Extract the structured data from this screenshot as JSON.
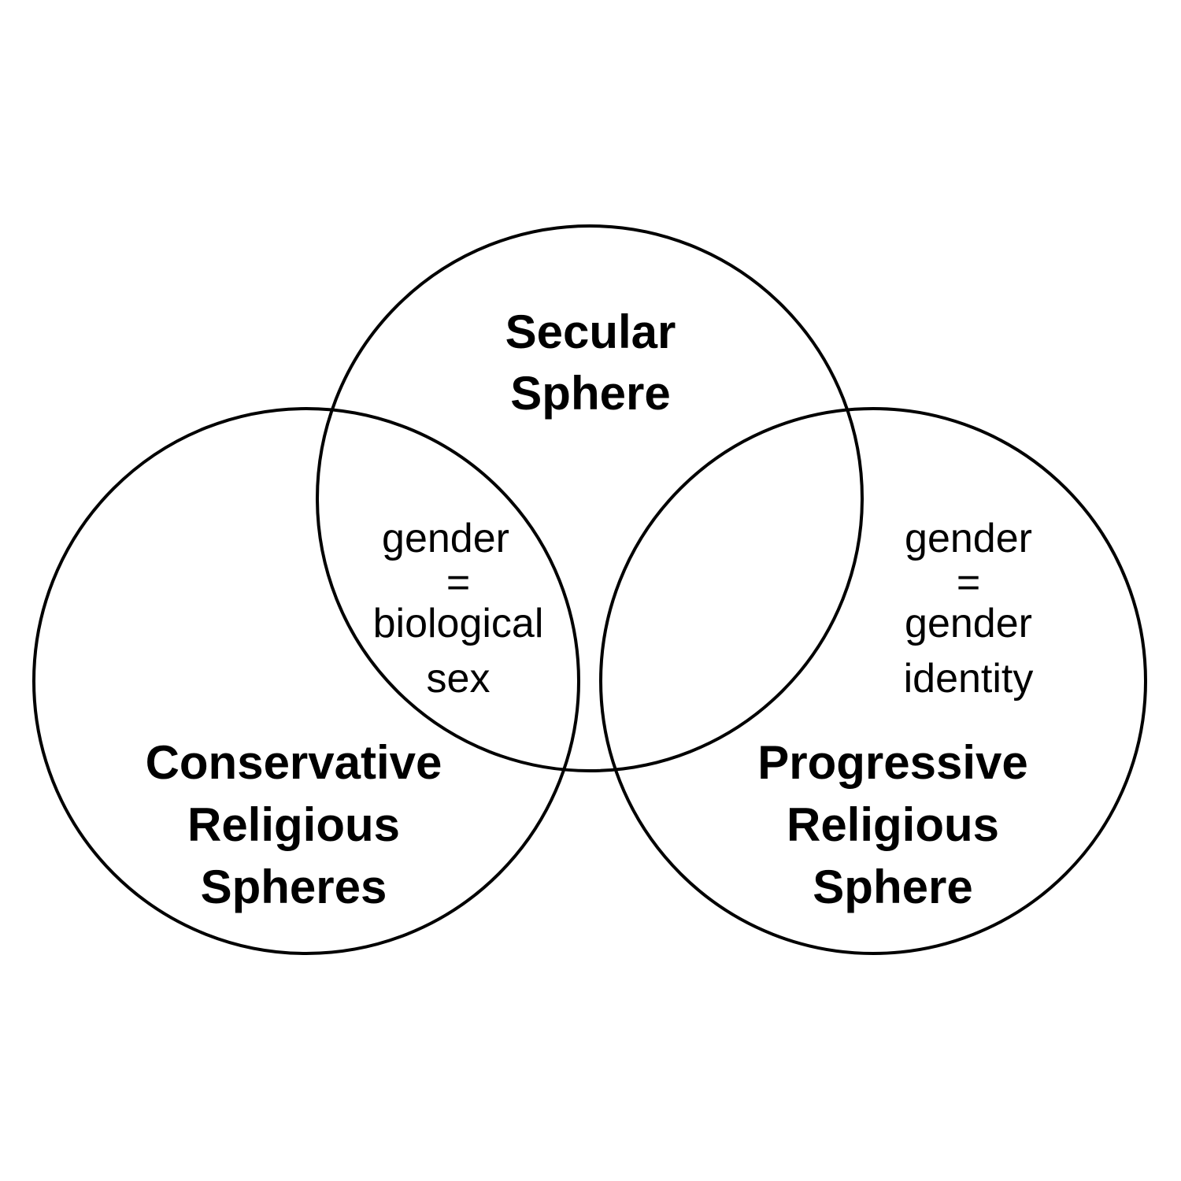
{
  "diagram": {
    "circles": {
      "secular": {
        "lines": [
          "Secular",
          "Sphere"
        ]
      },
      "conservative": {
        "lines": [
          "Conservative",
          "Religious",
          "Spheres"
        ]
      },
      "progressive": {
        "lines": [
          "Progressive",
          "Religious",
          "Sphere"
        ]
      }
    },
    "regions": {
      "secular_conservative_overlap": {
        "lines": [
          "gender",
          "=",
          "biological",
          "sex"
        ]
      },
      "progressive_only": {
        "lines": [
          "gender",
          "=",
          "gender",
          "identity"
        ]
      }
    },
    "colors": {
      "stroke": "#000000",
      "background": "#ffffff",
      "text": "#000000"
    }
  }
}
